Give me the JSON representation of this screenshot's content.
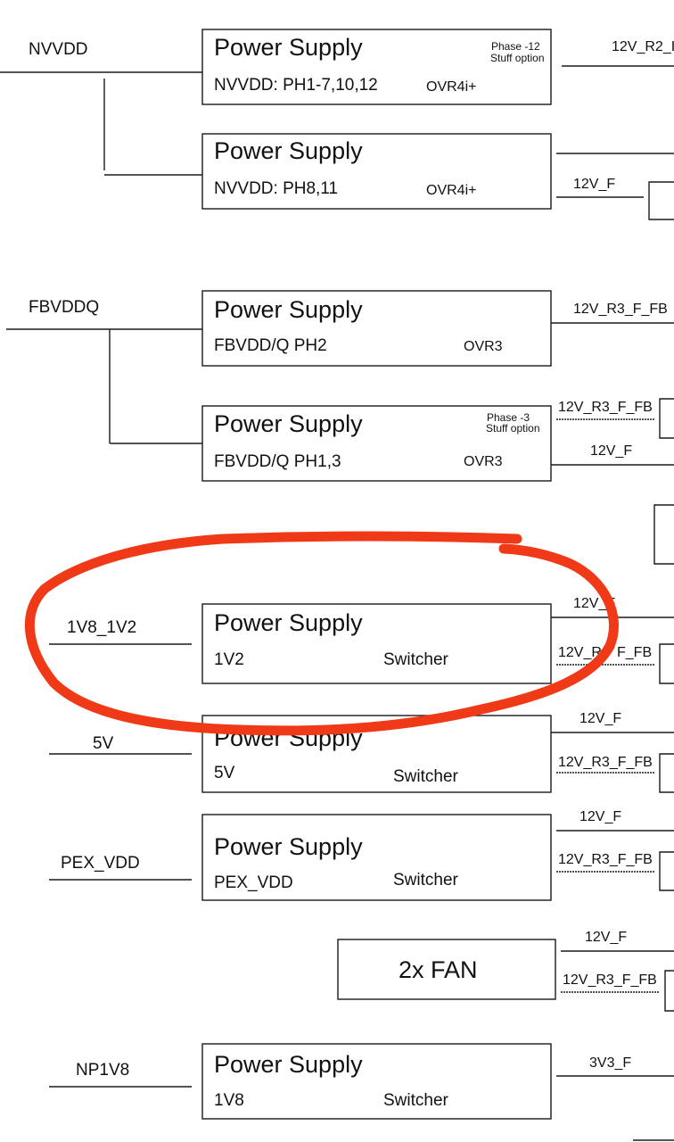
{
  "colors": {
    "ink": "#1a1a1a",
    "highlight": "#f03a17",
    "background": "#ffffff"
  },
  "rails": {
    "nvvdd": "NVVDD",
    "fbvddq": "FBVDDQ",
    "v1v8_1v2": "1V8_1V2",
    "v5": "5V",
    "pex_vdd": "PEX_VDD",
    "np1v8": "NP1V8"
  },
  "boxes": {
    "nvvdd_a": {
      "title": "Power Supply",
      "sub": "NVVDD: PH1-7,10,12",
      "ctrl": "OVR4i+",
      "note1": "Phase -12",
      "note2": "Stuff option"
    },
    "nvvdd_b": {
      "title": "Power Supply",
      "sub": "NVVDD: PH8,11",
      "ctrl": "OVR4i+"
    },
    "fb_a": {
      "title": "Power Supply",
      "sub": "FBVDD/Q PH2",
      "ctrl": "OVR3"
    },
    "fb_b": {
      "title": "Power Supply",
      "sub": "FBVDD/Q PH1,3",
      "ctrl": "OVR3",
      "note1": "Phase -3",
      "note2": "Stuff option"
    },
    "v1v2": {
      "title": "Power Supply",
      "sub": "1V2",
      "ctrl": "Switcher"
    },
    "v5": {
      "title": "Power Supply",
      "sub": "5V",
      "ctrl": "Switcher"
    },
    "pex": {
      "title": "Power Supply",
      "sub": "PEX_VDD",
      "ctrl": "Switcher"
    },
    "fan": {
      "title": "2x FAN"
    },
    "v1v8": {
      "title": "Power Supply",
      "sub": "1V8",
      "ctrl": "Switcher"
    }
  },
  "signals": {
    "s12v_r2": "12V_R2_I",
    "s12v_f_1": "12V_F",
    "s12v_r3_fb_1": "12V_R3_F_FB",
    "s12v_r3_fb_2": "12V_R3_F_FB",
    "s12v_f_2": "12V_F",
    "s12v_f_3": "12V_F",
    "s12v_r_fb_3": "12V_R",
    "s12v_r_fb_3b": "F_FB",
    "s12v_f_4": "12V_F",
    "s12v_r3_fb_4": "12V_R3_F_FB",
    "s12v_f_5": "12V_F",
    "s12v_r3_fb_5": "12V_R3_F_FB",
    "s12v_f_6": "12V_F",
    "s12v_r3_fb_6": "12V_R3_F_FB",
    "s3v3_f": "3V3_F"
  }
}
